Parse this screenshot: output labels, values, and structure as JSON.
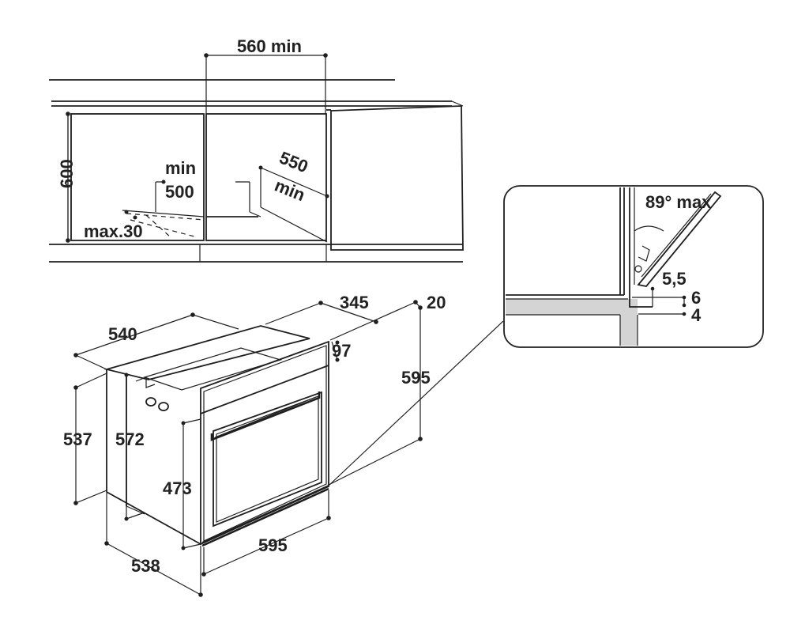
{
  "installation": {
    "labels": {
      "width_min": "560 min",
      "height": "600",
      "min": "min",
      "depth_500": "500",
      "max_30": "max.30",
      "depth_550": "550",
      "depth_550_min": "min"
    }
  },
  "oven": {
    "labels": {
      "d345": "345",
      "d20": "20",
      "d540": "540",
      "d97": "97",
      "d595_height": "595",
      "d537": "537",
      "d572": "572",
      "d473": "473",
      "d595_width": "595",
      "d538": "538"
    }
  },
  "detail": {
    "labels": {
      "angle": "89° max",
      "d5_5": "5,5",
      "d6": "6",
      "d4": "4"
    }
  }
}
